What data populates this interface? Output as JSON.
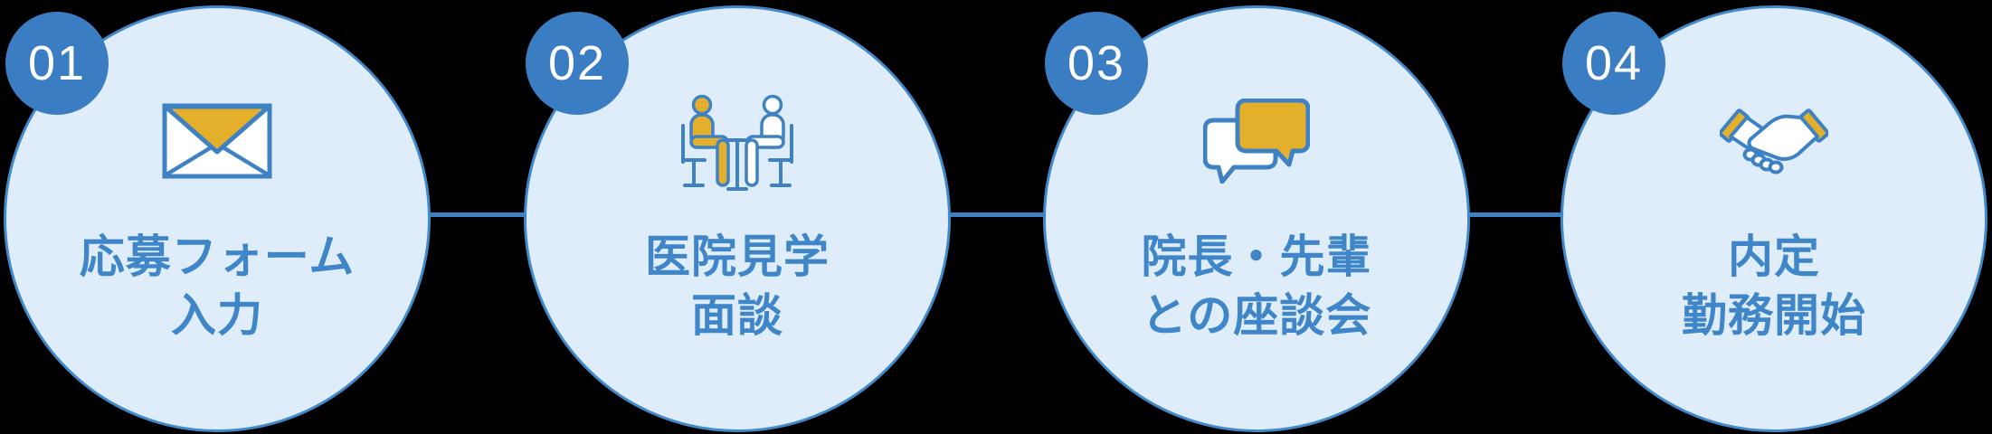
{
  "figure": {
    "name": "recruitment-flow",
    "connector_style": "plain-horizontal-line"
  },
  "colors": {
    "background": "#000000",
    "circle_fill": "#DFECFA",
    "circle_border": "#4289CA",
    "badge_fill": "#3B7DC2",
    "badge_text": "#FFFFFF",
    "label_text": "#3F86C9",
    "connector": "#3C80C5",
    "icon_outline": "#3E82C4",
    "icon_yellow": "#E4B02B",
    "icon_white": "#FFFFFF"
  },
  "steps": [
    {
      "number": "01",
      "icon": "envelope-icon",
      "label_lines": [
        "応募フォーム",
        "入力"
      ]
    },
    {
      "number": "02",
      "icon": "interview-icon",
      "label_lines": [
        "医院見学",
        "面談"
      ]
    },
    {
      "number": "03",
      "icon": "chat-bubbles-icon",
      "label_lines": [
        "院長・先輩",
        "との座談会"
      ]
    },
    {
      "number": "04",
      "icon": "handshake-icon",
      "label_lines": [
        "内定",
        "勤務開始"
      ]
    }
  ]
}
